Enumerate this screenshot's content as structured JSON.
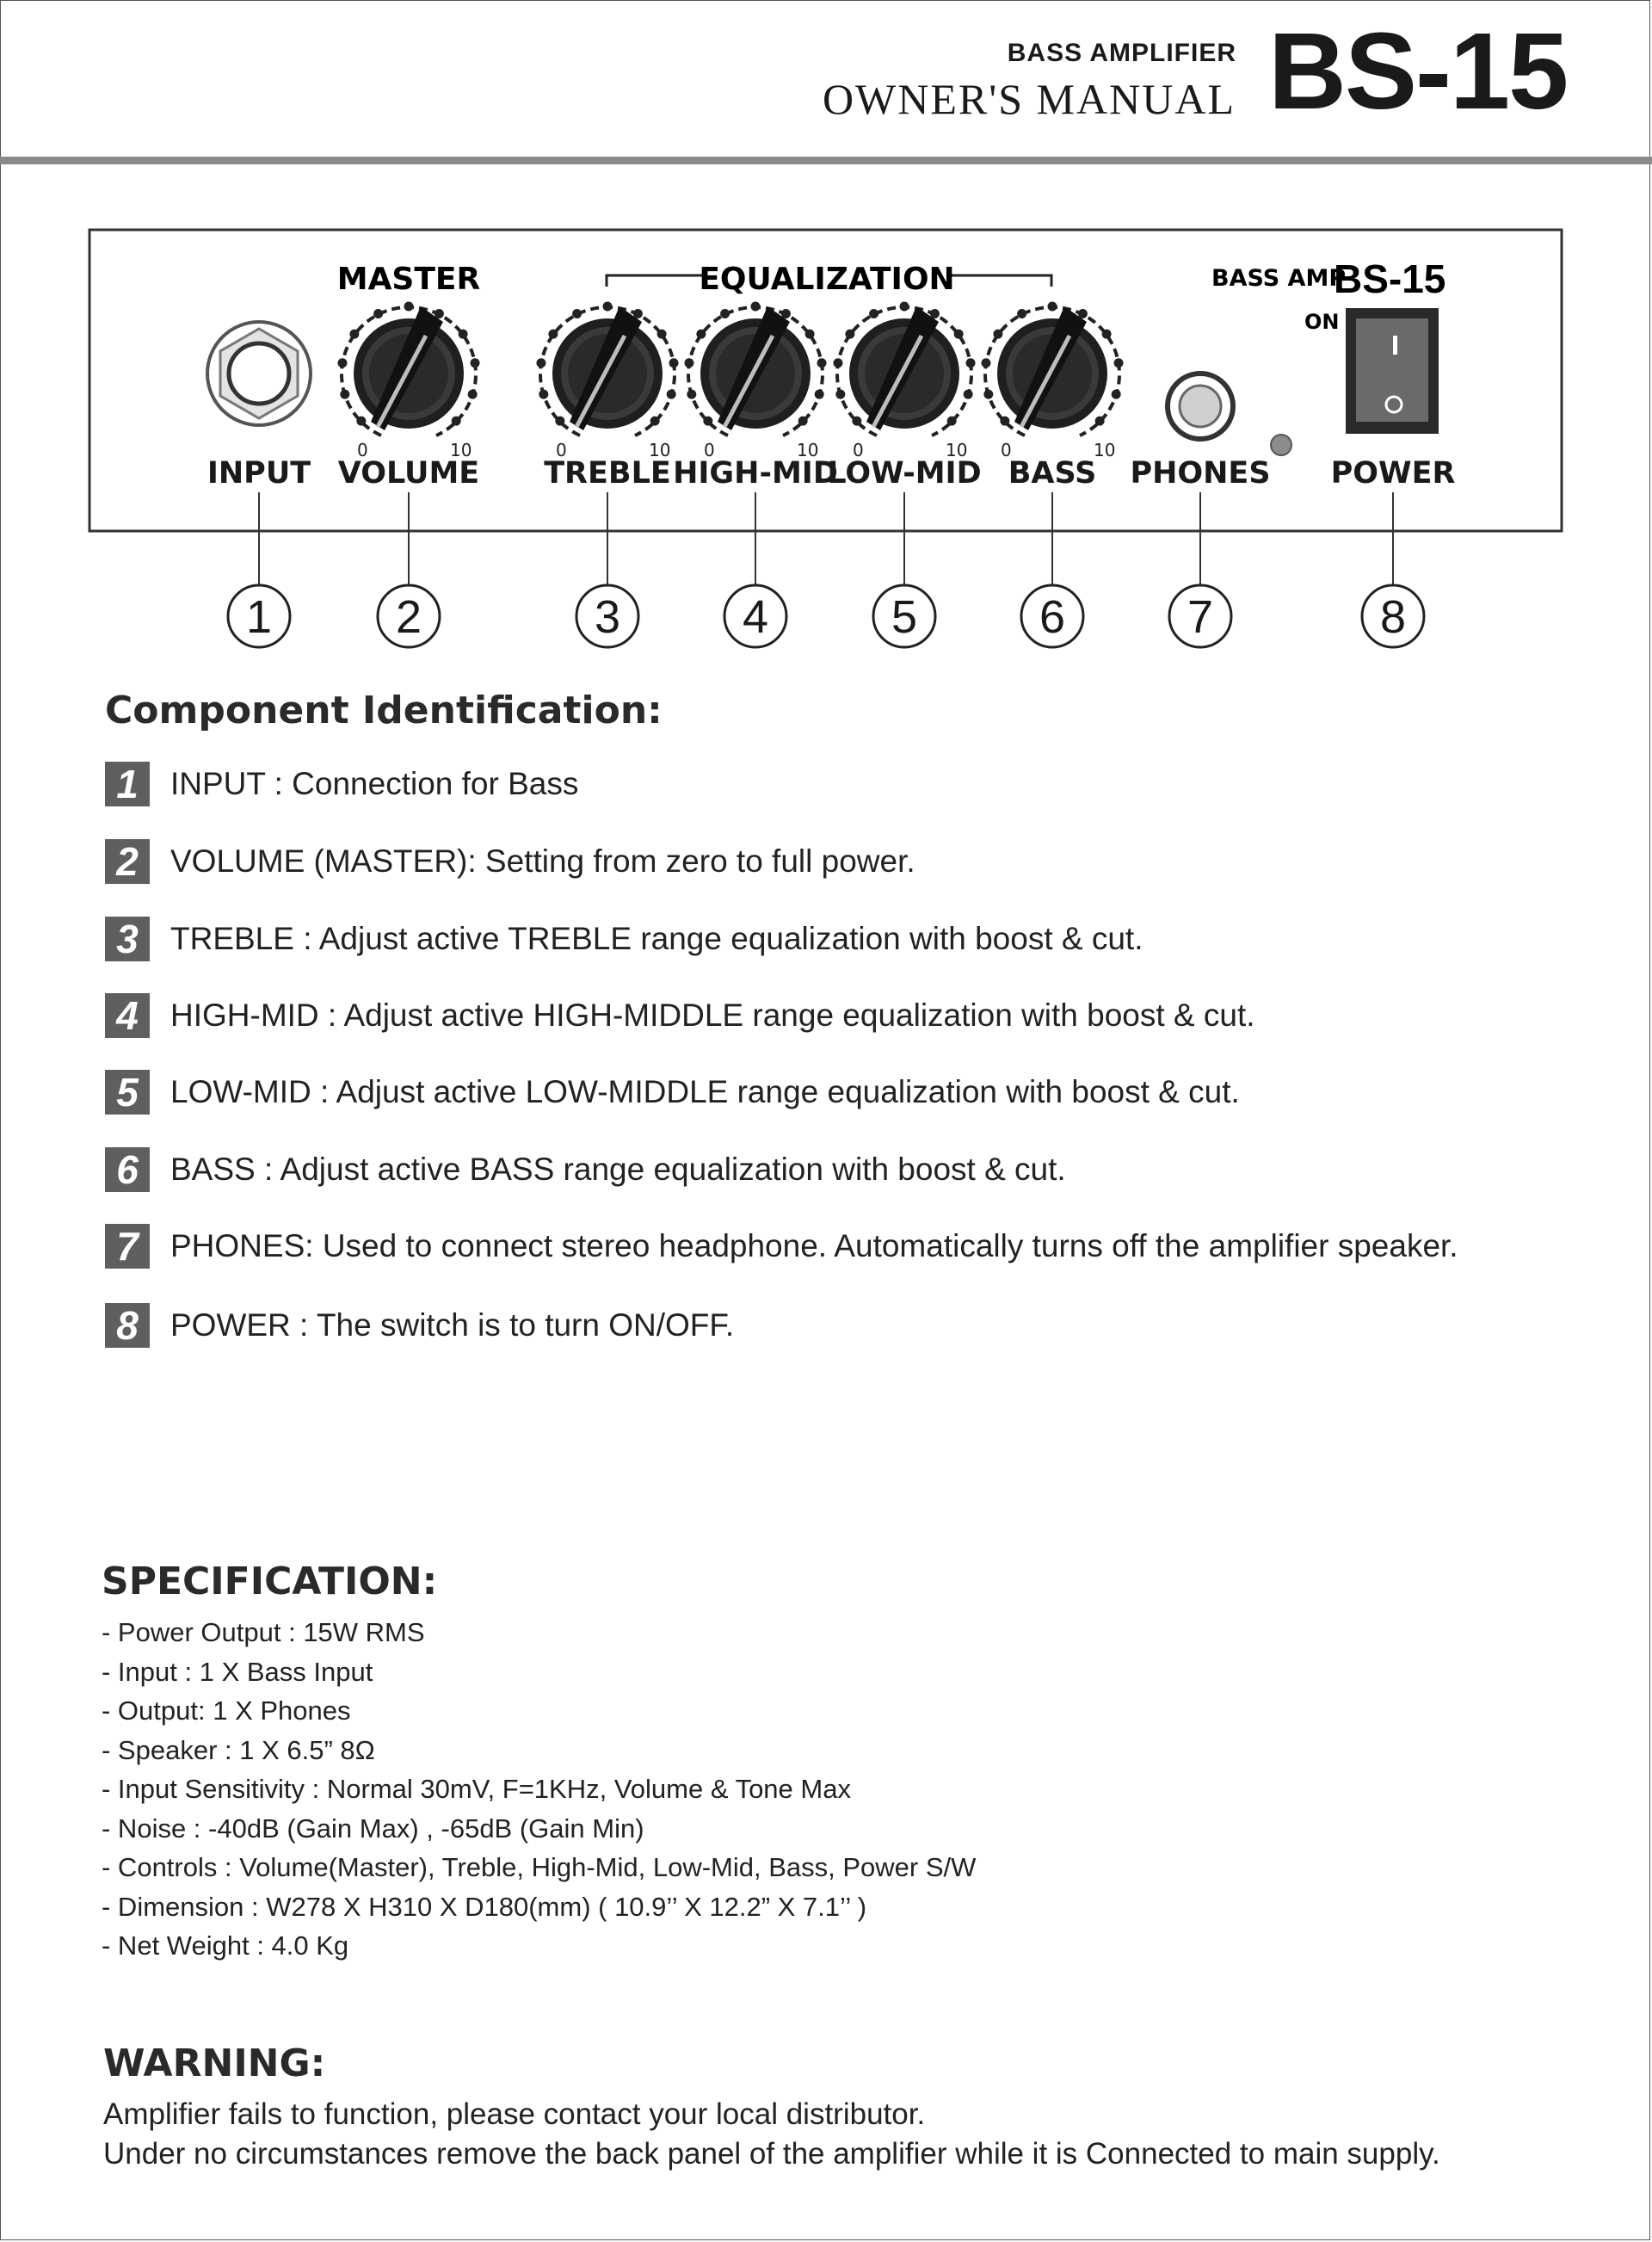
{
  "header": {
    "subtitle": "BASS AMPLIFIER",
    "manual_title": "OWNER'S MANUAL",
    "model": "BS-15"
  },
  "panel": {
    "brand": "BASS AMP",
    "model": "BS-15",
    "on_label": "ON",
    "master_label": "MASTER",
    "eq_label": "EQUALIZATION",
    "scale_min": "0",
    "scale_max": "10",
    "controls": [
      {
        "number": "1",
        "label": "INPUT"
      },
      {
        "number": "2",
        "label": "VOLUME"
      },
      {
        "number": "3",
        "label": "TREBLE"
      },
      {
        "number": "4",
        "label": "HIGH-MID"
      },
      {
        "number": "5",
        "label": "LOW-MID"
      },
      {
        "number": "6",
        "label": "BASS"
      },
      {
        "number": "7",
        "label": "PHONES"
      },
      {
        "number": "8",
        "label": "POWER"
      }
    ]
  },
  "component_identification": {
    "title": "Component Identification:",
    "items": [
      {
        "number": "1",
        "text": "INPUT : Connection for Bass"
      },
      {
        "number": "2",
        "text": "VOLUME (MASTER): Setting from zero to full power."
      },
      {
        "number": "3",
        "text": "TREBLE : Adjust active TREBLE range equalization with boost & cut."
      },
      {
        "number": "4",
        "text": "HIGH-MID : Adjust active HIGH-MIDDLE range equalization with boost & cut."
      },
      {
        "number": "5",
        "text": "LOW-MID : Adjust active LOW-MIDDLE range equalization with boost & cut."
      },
      {
        "number": "6",
        "text": "BASS : Adjust active BASS range equalization with boost & cut."
      },
      {
        "number": "7",
        "text": "PHONES: Used to connect stereo headphone. Automatically turns off the amplifier speaker."
      },
      {
        "number": "8",
        "text": "POWER : The switch is to turn ON/OFF."
      }
    ]
  },
  "specification": {
    "title": "SPECIFICATION:",
    "items": [
      "- Power Output : 15W RMS",
      "- Input : 1 X Bass Input",
      "- Output: 1 X Phones",
      "- Speaker : 1 X 6.5”  8Ω",
      "- Input Sensitivity : Normal 30mV, F=1KHz, Volume & Tone Max",
      "- Noise : -40dB (Gain Max) , -65dB (Gain Min)",
      "- Controls : Volume(Master), Treble, High-Mid, Low-Mid, Bass,  Power S/W",
      "- Dimension : W278 X H310 X D180(mm) ( 10.9’’ X 12.2” X 7.1’’ )",
      "- Net Weight : 4.0 Kg"
    ]
  },
  "warning": {
    "title": "WARNING:",
    "lines": [
      "Amplifier fails to function, please contact your local distributor.",
      "Under no circumstances remove the back panel of the amplifier while it is Connected to main supply."
    ]
  }
}
